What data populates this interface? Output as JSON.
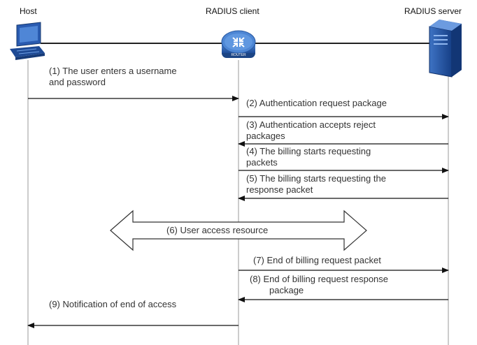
{
  "participants": {
    "host": "Host",
    "client": "RADIUS client",
    "server": "RADIUS server"
  },
  "router_badge": "ROUTER",
  "steps": [
    {
      "num": "(1)",
      "line1": "The user enters a username",
      "line2": "and password"
    },
    {
      "num": "(2)",
      "line1": "Authentication request package",
      "line2": ""
    },
    {
      "num": "(3)",
      "line1": "Authentication accepts reject",
      "line2": "packages"
    },
    {
      "num": "(4)",
      "line1": "The billing starts requesting",
      "line2": "packets"
    },
    {
      "num": "(5)",
      "line1": "The billing starts requesting the",
      "line2": "response packet"
    },
    {
      "num": "(6)",
      "line1": "User access resource",
      "line2": ""
    },
    {
      "num": "(7)",
      "line1": "End of billing request packet",
      "line2": ""
    },
    {
      "num": "(8)",
      "line1": "End of billing request response",
      "line2": "package"
    },
    {
      "num": "(9)",
      "line1": "Notification of end of access",
      "line2": ""
    }
  ],
  "colors": {
    "lifeline": "#9a9a9a",
    "arrow": "#111111",
    "host_icon": "#1f4fa3",
    "router_icon": "#2a63b5",
    "server_icon": "#1d4fa0"
  }
}
